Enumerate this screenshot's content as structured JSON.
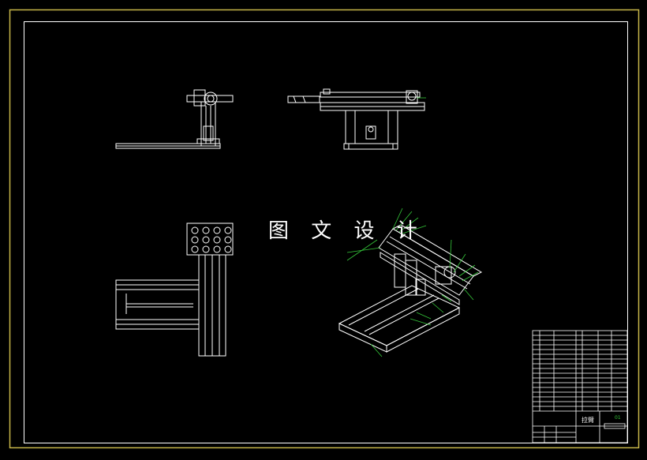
{
  "drawing": {
    "watermark": "图 文 设 计",
    "title_block_logo_text": "拉臂",
    "title_block_mark": "01",
    "colors": {
      "background": "#000000",
      "outer_frame": "#c8b64a",
      "inner_frame": "#ffffff",
      "linework": "#ffffff",
      "leaders": "#35c83a"
    }
  }
}
